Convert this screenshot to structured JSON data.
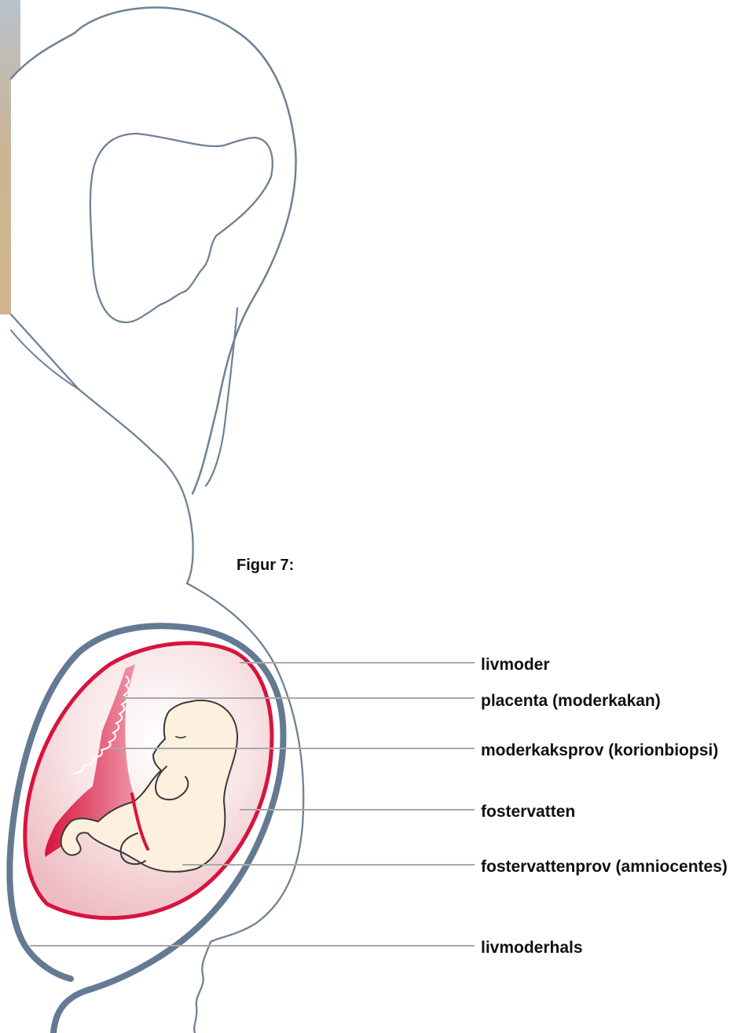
{
  "figure": {
    "caption": "Figur 7:",
    "labels": {
      "livmoder": "livmoder",
      "placenta": "placenta (moderkakan)",
      "moderkaksprov": "moderkaksprov (korionbiopsi)",
      "fostervatten": "fostervatten",
      "fostervattenprov": "fostervattenprov (amniocentes)",
      "livmoderhals": "livmoderhals"
    }
  },
  "colors": {
    "outline": "#6f8295",
    "uterus_wall": "#647a93",
    "placenta": "#d7143f",
    "amniotic_fluid": "#f3d2d5",
    "fetus_skin": "#fdf0de",
    "leader_line": "#a8a8a8",
    "background_photo": "#d8c3a8"
  }
}
